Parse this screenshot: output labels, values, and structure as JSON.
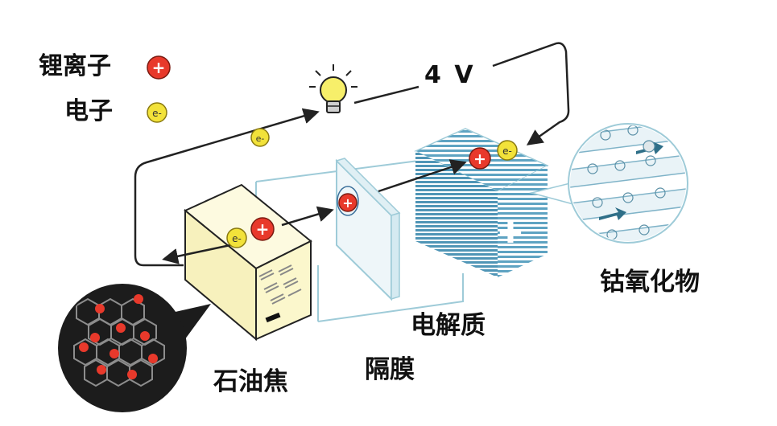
{
  "legend": {
    "ion_label": "锂离子",
    "electron_label": "电子"
  },
  "circuit": {
    "voltage": "4 V"
  },
  "symbols": {
    "ion": "+",
    "electron": "e-",
    "cathode_sign": "✚",
    "anode_sign": "−"
  },
  "components": {
    "anode": "石油焦",
    "separator": "隔膜",
    "electrolyte": "电解质",
    "cathode": "钴氧化物"
  },
  "colors": {
    "ion": "#e8392b",
    "electron": "#f2e23a",
    "anode_face": "#fbf7cc",
    "cathode_stripe": "#5ea3c2",
    "outline": "#9ecbd8",
    "wire": "#222222"
  }
}
